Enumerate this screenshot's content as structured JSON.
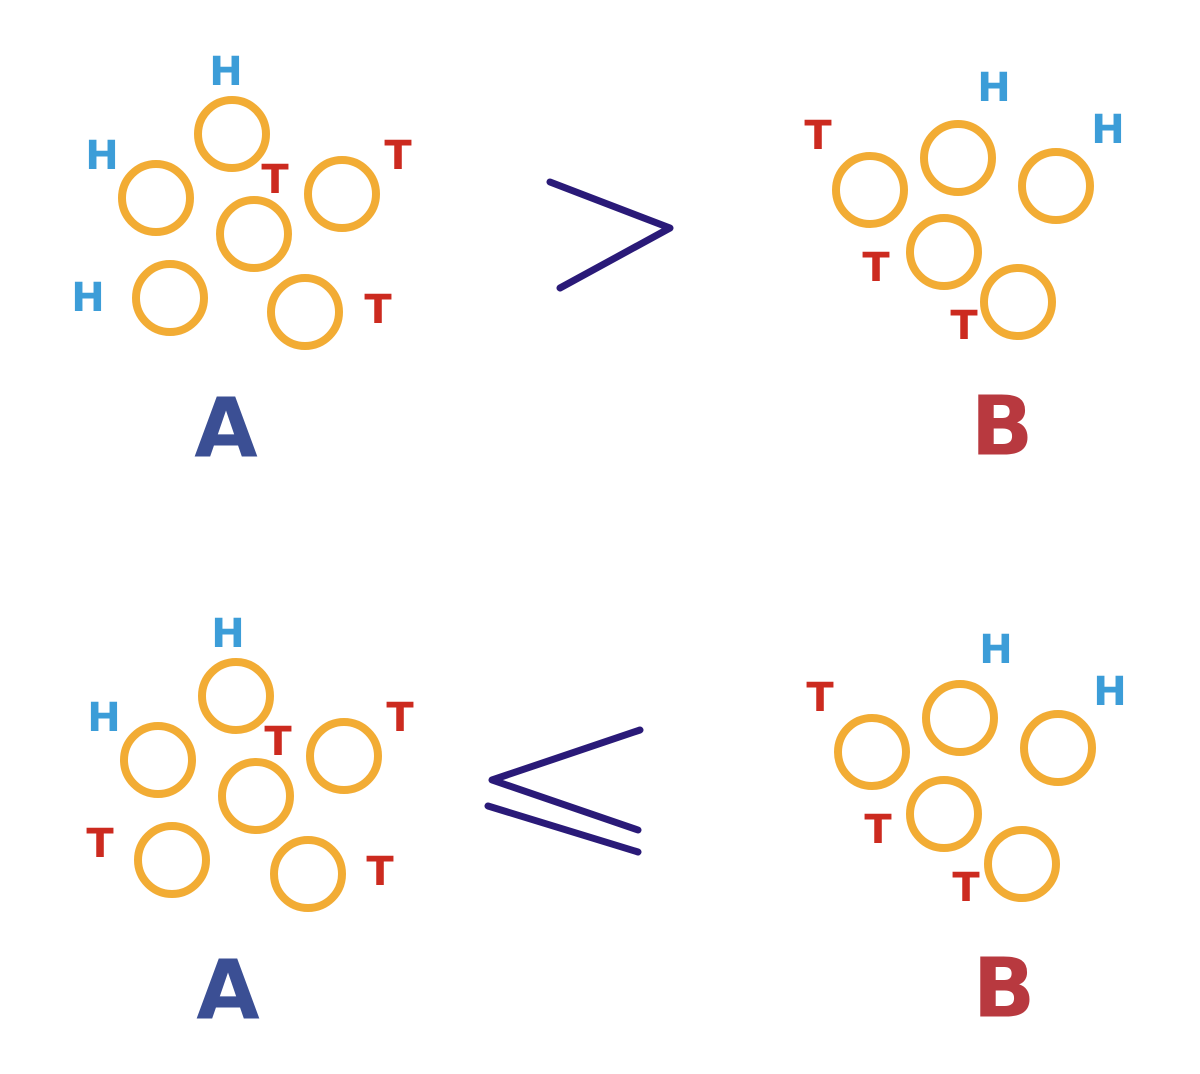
{
  "colors": {
    "coin": "#f2ac34",
    "heads": "#3c9dd8",
    "tails": "#cc2a1f",
    "relation": "#2a1a78",
    "label_a": "#3b4f94",
    "label_b": "#b8393f"
  },
  "symbols": {
    "heads": "H",
    "tails": "T"
  },
  "rows": [
    {
      "relation": "greater-than",
      "set_a": {
        "label": "A",
        "coins": [
          {
            "label": "H"
          },
          {
            "label": "H"
          },
          {
            "label": "T"
          },
          {
            "label": "T"
          },
          {
            "label": "H"
          },
          {
            "label": "T"
          }
        ]
      },
      "set_b": {
        "label": "B",
        "coins": [
          {
            "label": "T"
          },
          {
            "label": "H"
          },
          {
            "label": "H"
          },
          {
            "label": "T"
          },
          {
            "label": "T"
          }
        ]
      }
    },
    {
      "relation": "less-than-or-equal",
      "set_a": {
        "label": "A",
        "coins": [
          {
            "label": "H"
          },
          {
            "label": "H"
          },
          {
            "label": "T"
          },
          {
            "label": "T"
          },
          {
            "label": "T"
          },
          {
            "label": "T"
          }
        ]
      },
      "set_b": {
        "label": "B",
        "coins": [
          {
            "label": "T"
          },
          {
            "label": "H"
          },
          {
            "label": "H"
          },
          {
            "label": "T"
          },
          {
            "label": "T"
          }
        ]
      }
    }
  ]
}
